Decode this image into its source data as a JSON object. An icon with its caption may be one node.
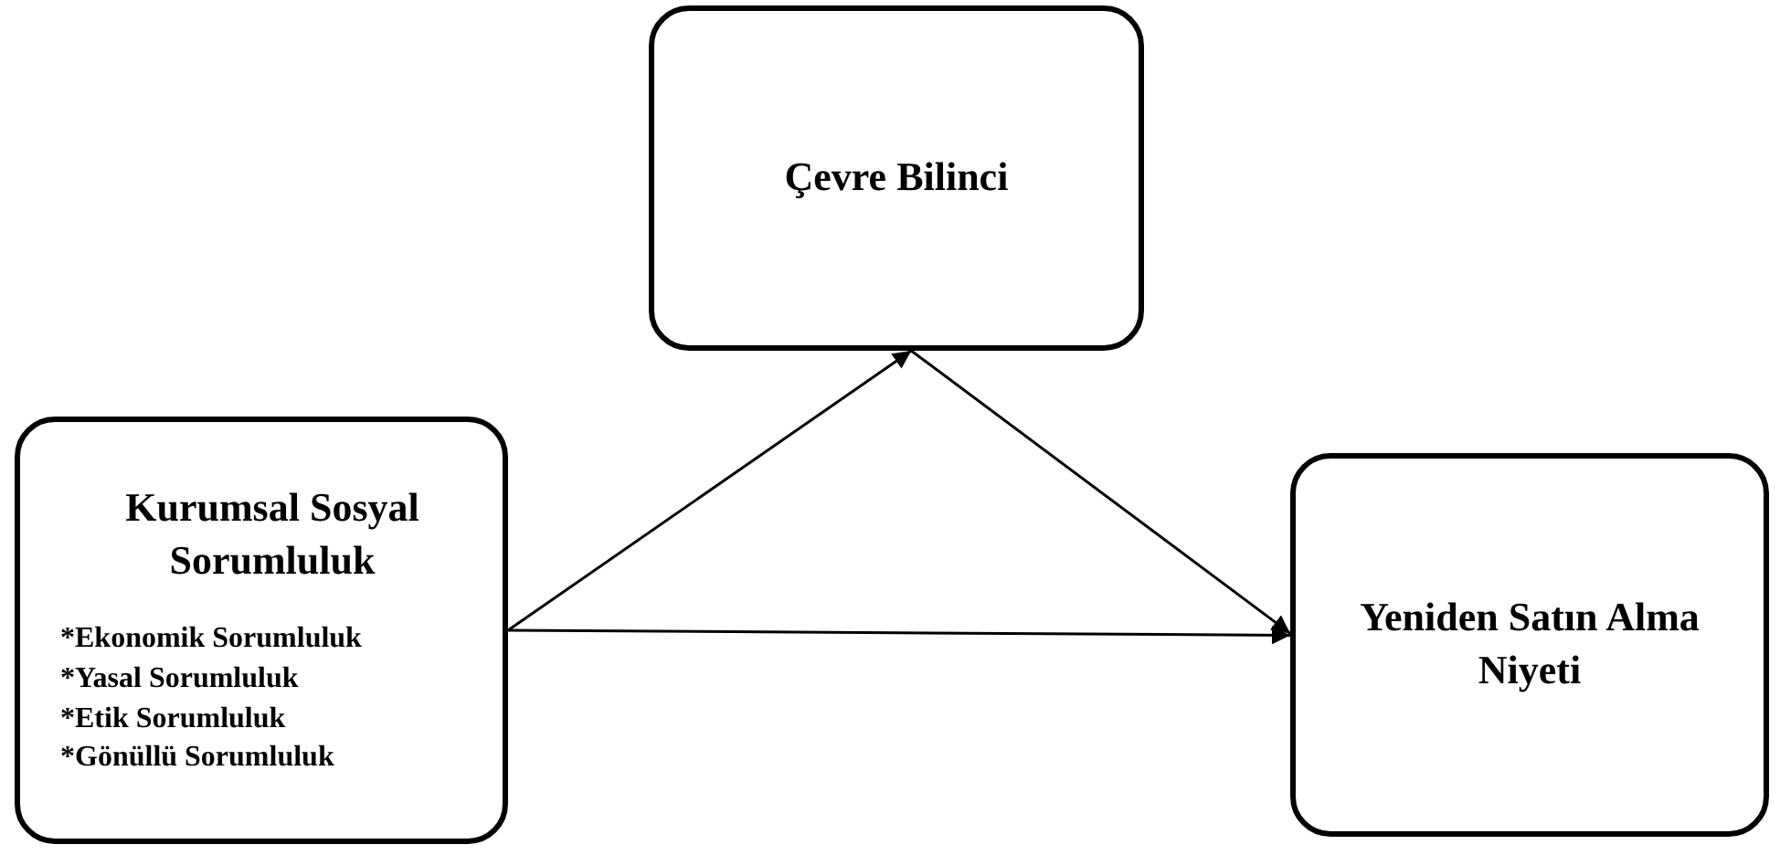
{
  "diagram": {
    "nodes": [
      {
        "text": [
          "Kurumsal Sosyal Sorumluluk",
          "*Ekonomik Sorumluluk",
          "*Yasal Sorumluluk",
          "*Etik Sorumluluk",
          "*Gönüllü Sorumluluk"
        ]
      },
      {
        "text": [
          "Çevre Bilinci"
        ]
      },
      {
        "text": [
          "Yeniden Satın Alma Niyeti"
        ]
      }
    ],
    "edges": [
      {
        "from": 0,
        "to": 1,
        "arrow": "to"
      },
      {
        "from": 1,
        "to": 2,
        "arrow": "to"
      },
      {
        "from": 0,
        "to": 2,
        "arrow": "to"
      }
    ]
  }
}
